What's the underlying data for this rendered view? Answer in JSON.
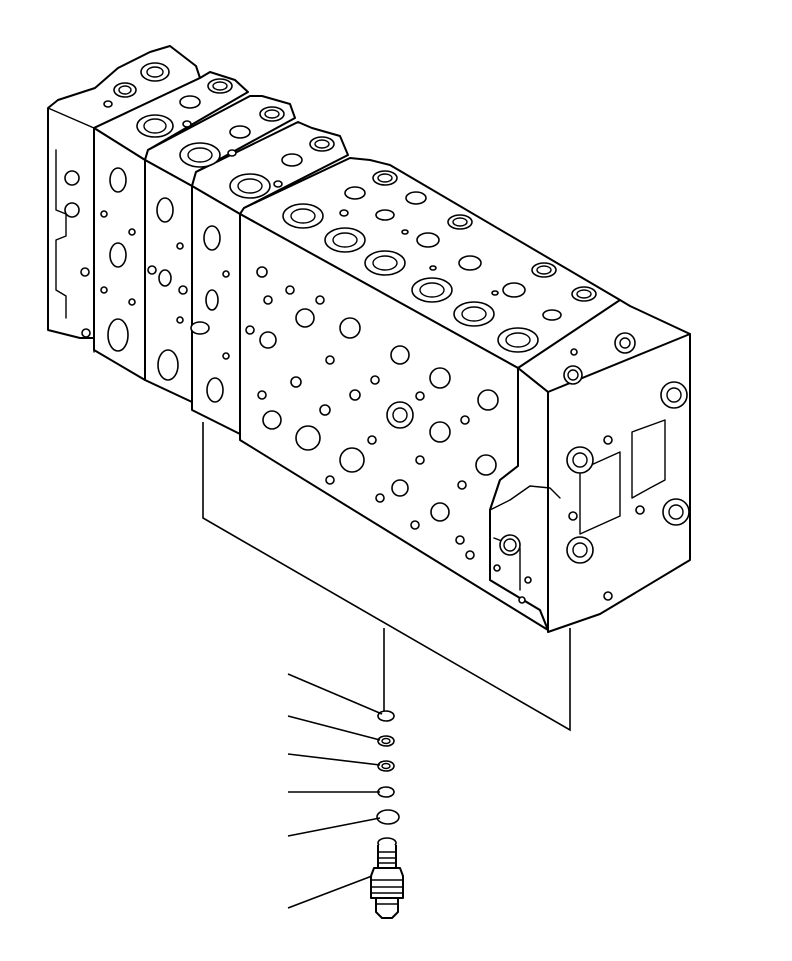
{
  "diagram": {
    "subject": "control-valve-assembly",
    "callouts": [
      {
        "part": "o-ring-1"
      },
      {
        "part": "o-ring-2"
      },
      {
        "part": "o-ring-3"
      },
      {
        "part": "o-ring-4"
      },
      {
        "part": "o-ring-5"
      },
      {
        "part": "relief-valve-cartridge"
      }
    ]
  }
}
